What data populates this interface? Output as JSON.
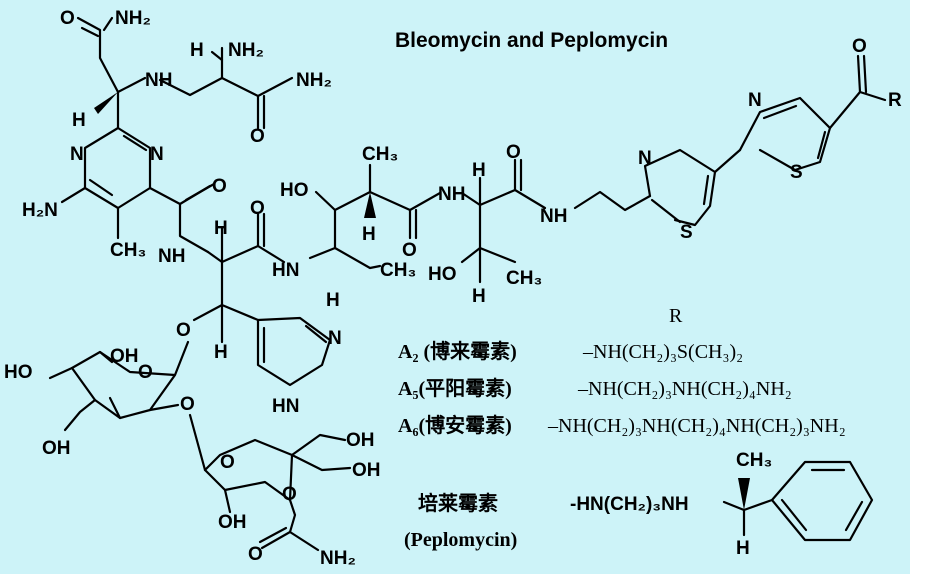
{
  "title": "Bleomycin and Peplomycin",
  "r_header": "R",
  "variants": [
    {
      "name": "A₂ (博来霉素)",
      "substituent": "–NH(CH₂)₃S(CH₃)₂"
    },
    {
      "name": "A₅(平阳霉素)",
      "substituent": "–NH(CH₂)₃NH(CH₂)₄NH₂"
    },
    {
      "name": "A₆(博安霉素)",
      "substituent": "–NH(CH₂)₃NH(CH₂)₄NH(CH₂)₃NH₂"
    }
  ],
  "peplomycin": {
    "name_cn": "培莱霉素",
    "name_en": "(Peplomycin)",
    "substituent": "-HN(CH₂)₃NH",
    "methyl": "CH₃",
    "hydrogen": "H"
  },
  "atom_labels": {
    "nh2": "NH₂",
    "h2n": "H₂N",
    "o": "O",
    "h": "H",
    "n": "N",
    "nh": "NH",
    "hn": "HN",
    "s": "S",
    "ch3": "CH₃",
    "ho": "HO",
    "oh": "OH",
    "r": "R"
  },
  "colors": {
    "background": "#cdf3f8",
    "ink": "#000000"
  }
}
